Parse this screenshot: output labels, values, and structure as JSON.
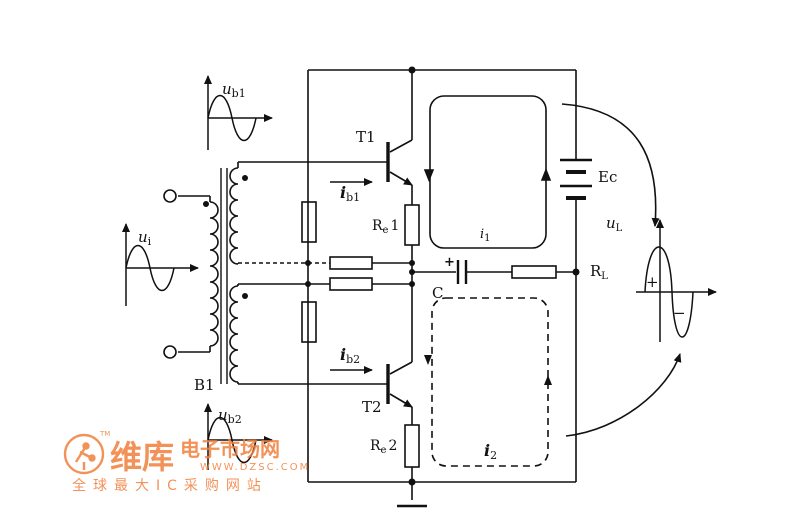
{
  "labels": {
    "ub1_main": "u",
    "ub1_sub": "b1",
    "ui_main": "u",
    "ui_sub": "i",
    "ub2_main": "u",
    "ub2_sub": "b2",
    "ib1_main": "i",
    "ib1_sub": "b1",
    "ib2_main": "i",
    "ib2_sub": "b2",
    "T1": "T1",
    "T2": "T2",
    "Re1_main": "R",
    "Re1_sub": "e",
    "Re1_num": "1",
    "Re2_main": "R",
    "Re2_sub": "e",
    "Re2_num": "2",
    "i1_main": "i",
    "i1_sub": "1",
    "i2_main": "i",
    "i2_sub": "2",
    "Ec": "Ec",
    "C": "C",
    "RL_main": "R",
    "RL_sub": "L",
    "uL_main": "u",
    "uL_sub": "L",
    "B1": "B1",
    "plus": "+",
    "minus": "−",
    "cap_plus": "+"
  },
  "watermark": {
    "brand": "维库",
    "brand_rest": "电子市场网",
    "tm": "TM",
    "url": "WWW.DZSC.COM",
    "slogan": "全球最大IC采购网站",
    "color": "#f07f3c"
  }
}
